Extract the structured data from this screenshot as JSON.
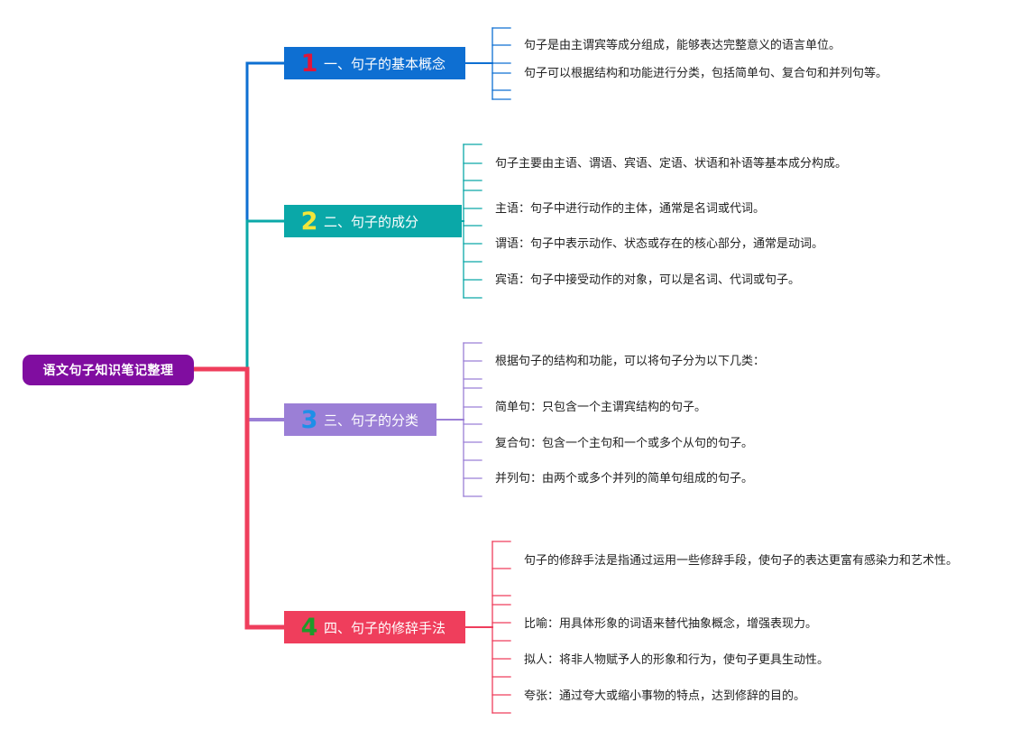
{
  "root": {
    "label": "语文句子知识笔记整理",
    "color": "#800da0"
  },
  "branches": [
    {
      "number": "1",
      "label": "一、句子的基本概念",
      "color": "#0e6fd2",
      "number_color": "#e0153a",
      "leaves": [
        "句子是由主谓宾等成分组成，能够表达完整意义的语言单位。",
        "句子可以根据结构和功能进行分类，包括简单句、复合句和并列句等。"
      ]
    },
    {
      "number": "2",
      "label": "二、句子的成分",
      "color": "#0aa8a8",
      "number_color": "#f2e63a",
      "leaves": [
        "句子主要由主语、谓语、宾语、定语、状语和补语等基本成分构成。",
        "主语：句子中进行动作的主体，通常是名词或代词。",
        "谓语：句子中表示动作、状态或存在的核心部分，通常是动词。",
        "宾语：句子中接受动作的对象，可以是名词、代词或句子。"
      ]
    },
    {
      "number": "3",
      "label": "三、句子的分类",
      "color": "#9b7fd6",
      "number_color": "#1e8fe8",
      "leaves": [
        "根据句子的结构和功能，可以将句子分为以下几类：",
        "简单句：只包含一个主谓宾结构的句子。",
        "复合句：包含一个主句和一个或多个从句的句子。",
        "并列句：由两个或多个并列的简单句组成的句子。"
      ]
    },
    {
      "number": "4",
      "label": "四、句子的修辞手法",
      "color": "#ef3e5c",
      "number_color": "#1f9a2a",
      "leaves": [
        "句子的修辞手法是指通过运用一些修辞手段，使句子的表达更富有感染力和艺术性。",
        "比喻：用具体形象的词语来替代抽象概念，增强表现力。",
        "拟人：将非人物赋予人的形象和行为，使句子更具生动性。",
        "夸张：通过夸大或缩小事物的特点，达到修辞的目的。"
      ]
    }
  ]
}
